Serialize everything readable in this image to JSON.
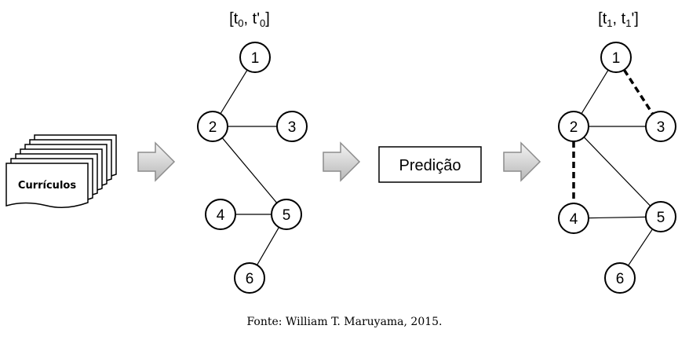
{
  "documents": {
    "label": "Currículos"
  },
  "prediction": {
    "label": "Predição"
  },
  "graph_before": {
    "interval": {
      "open": "[",
      "t0": "t",
      "t0_sub": "0",
      "sep": ", ",
      "t0p": "t'",
      "t0p_sub": "0",
      "close": "]"
    },
    "nodes": [
      {
        "id": "1",
        "label": "1"
      },
      {
        "id": "2",
        "label": "2"
      },
      {
        "id": "3",
        "label": "3"
      },
      {
        "id": "4",
        "label": "4"
      },
      {
        "id": "5",
        "label": "5"
      },
      {
        "id": "6",
        "label": "6"
      }
    ],
    "edges": [
      {
        "from": "1",
        "to": "2",
        "style": "solid"
      },
      {
        "from": "2",
        "to": "3",
        "style": "solid"
      },
      {
        "from": "2",
        "to": "5",
        "style": "solid"
      },
      {
        "from": "4",
        "to": "5",
        "style": "solid"
      },
      {
        "from": "5",
        "to": "6",
        "style": "solid"
      }
    ]
  },
  "graph_after": {
    "interval": {
      "open": "[",
      "t1": "t",
      "t1_sub": "1",
      "sep": ", ",
      "t1p": "t",
      "t1p_sub": "1",
      "t1p_prime": "'",
      "close": "]"
    },
    "nodes": [
      {
        "id": "1",
        "label": "1"
      },
      {
        "id": "2",
        "label": "2"
      },
      {
        "id": "3",
        "label": "3"
      },
      {
        "id": "4",
        "label": "4"
      },
      {
        "id": "5",
        "label": "5"
      },
      {
        "id": "6",
        "label": "6"
      }
    ],
    "edges": [
      {
        "from": "1",
        "to": "2",
        "style": "solid"
      },
      {
        "from": "2",
        "to": "3",
        "style": "solid"
      },
      {
        "from": "2",
        "to": "5",
        "style": "solid"
      },
      {
        "from": "4",
        "to": "5",
        "style": "solid"
      },
      {
        "from": "5",
        "to": "6",
        "style": "solid"
      },
      {
        "from": "1",
        "to": "3",
        "style": "dashed"
      },
      {
        "from": "2",
        "to": "4",
        "style": "dashed"
      }
    ]
  },
  "caption": "Fonte: William T. Maruyama, 2015.",
  "colors": {
    "arrow_fill_light": "#f2f2f2",
    "arrow_fill_dark": "#b5b5b5",
    "arrow_stroke": "#8c8c8c",
    "stroke": "#000000"
  }
}
